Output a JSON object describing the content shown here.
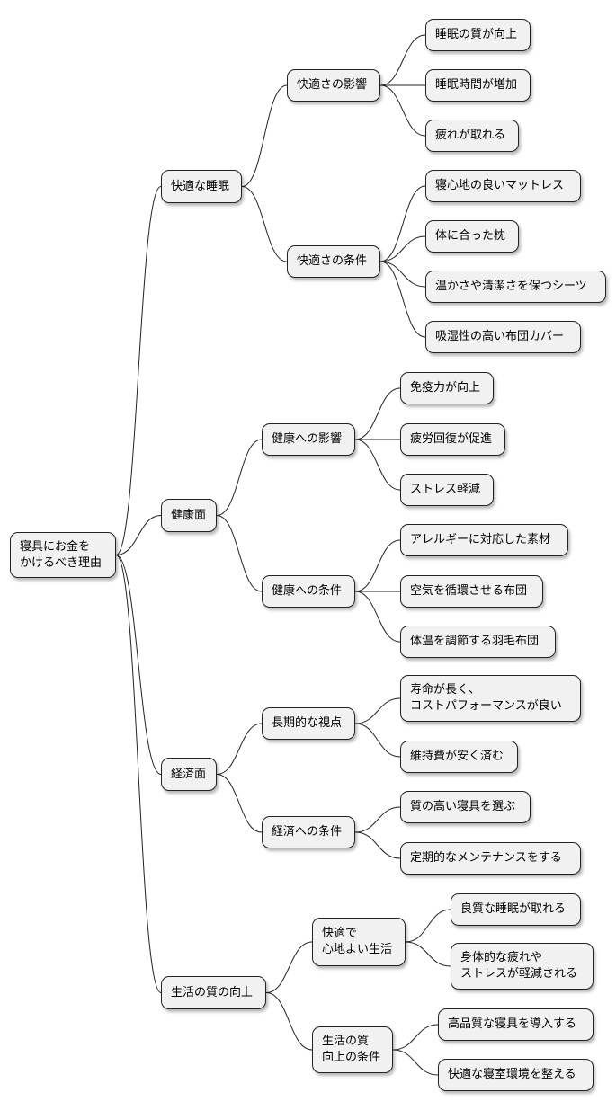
{
  "mindmap": {
    "root": {
      "label": "寝具にお金を\nかけるべき理由",
      "children": [
        {
          "label": "快適な睡眠",
          "children": [
            {
              "label": "快適さの影響",
              "children": [
                {
                  "label": "睡眠の質が向上"
                },
                {
                  "label": "睡眠時間が増加"
                },
                {
                  "label": "疲れが取れる"
                }
              ]
            },
            {
              "label": "快適さの条件",
              "children": [
                {
                  "label": "寝心地の良いマットレス"
                },
                {
                  "label": "体に合った枕"
                },
                {
                  "label": "温かさや清潔さを保つシーツ"
                },
                {
                  "label": "吸湿性の高い布団カバー"
                }
              ]
            }
          ]
        },
        {
          "label": "健康面",
          "children": [
            {
              "label": "健康への影響",
              "children": [
                {
                  "label": "免疫力が向上"
                },
                {
                  "label": "疲労回復が促進"
                },
                {
                  "label": "ストレス軽減"
                }
              ]
            },
            {
              "label": "健康への条件",
              "children": [
                {
                  "label": "アレルギーに対応した素材"
                },
                {
                  "label": "空気を循環させる布団"
                },
                {
                  "label": "体温を調節する羽毛布団"
                }
              ]
            }
          ]
        },
        {
          "label": "経済面",
          "children": [
            {
              "label": "長期的な視点",
              "children": [
                {
                  "label": "寿命が長く、\nコストパフォーマンスが良い"
                },
                {
                  "label": "維持費が安く済む"
                }
              ]
            },
            {
              "label": "経済への条件",
              "children": [
                {
                  "label": "質の高い寝具を選ぶ"
                },
                {
                  "label": "定期的なメンテナンスをする"
                }
              ]
            }
          ]
        },
        {
          "label": "生活の質の向上",
          "children": [
            {
              "label": "快適で\n心地よい生活",
              "children": [
                {
                  "label": "良質な睡眠が取れる"
                },
                {
                  "label": "身体的な疲れや\nストレスが軽減される"
                }
              ]
            },
            {
              "label": "生活の質\n向上の条件",
              "children": [
                {
                  "label": "高品質な寝具を導入する"
                },
                {
                  "label": "快適な寝室環境を整える"
                }
              ]
            }
          ]
        }
      ]
    }
  }
}
